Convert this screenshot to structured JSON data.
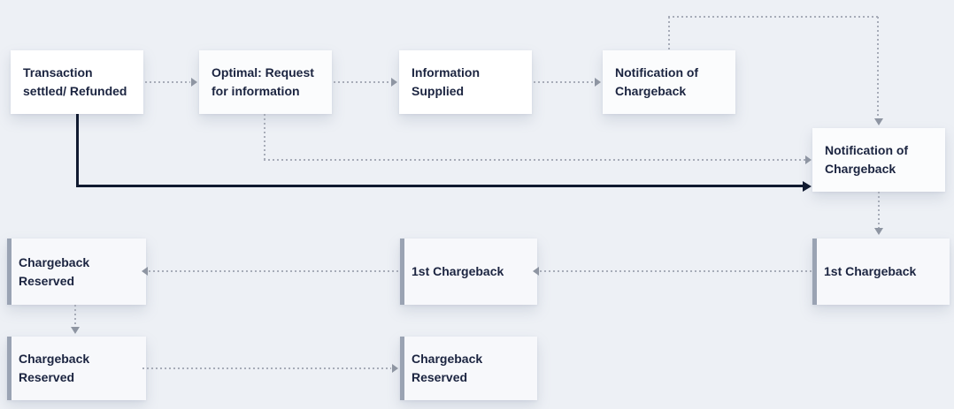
{
  "colors": {
    "canvas_bg": "#edf0f5",
    "node_bg": "#ffffff",
    "node_tint": "#fbfcfd",
    "node_bg_muted": "#f7f8fb",
    "bar": "#9aa3b3",
    "dot": "#a7acb8",
    "arrow": "#8e95a2",
    "solid": "#101a30",
    "text": "#1b2440"
  },
  "nodes": [
    {
      "id": "transaction-settled",
      "label": "Transaction\nsettled/ Refunded",
      "variant": "plain"
    },
    {
      "id": "optimal-request",
      "label": "Optimal: Request\nfor information",
      "variant": "plain"
    },
    {
      "id": "information-supplied",
      "label": "Information\nSupplied",
      "variant": "plain"
    },
    {
      "id": "notification-chargeback-top",
      "label": "Notification of\nChargeback",
      "variant": "plain"
    },
    {
      "id": "notification-chargeback-right",
      "label": "Notification of\nChargeback",
      "variant": "plain"
    },
    {
      "id": "chargeback-reserved-left-top",
      "label": "Chargeback\nReserved",
      "variant": "barred"
    },
    {
      "id": "first-chargeback-middle",
      "label": "1st Chargeback",
      "variant": "barred"
    },
    {
      "id": "first-chargeback-right",
      "label": "1st Chargeback",
      "variant": "barred"
    },
    {
      "id": "chargeback-reserved-left-bottom",
      "label": "Chargeback\nReserved",
      "variant": "barred"
    },
    {
      "id": "chargeback-reserved-middle",
      "label": "Chargeback\nReserved",
      "variant": "barred"
    }
  ],
  "edges": [
    {
      "from": "transaction-settled",
      "to": "optimal-request",
      "style": "dotted",
      "route": "right"
    },
    {
      "from": "optimal-request",
      "to": "information-supplied",
      "style": "dotted",
      "route": "right"
    },
    {
      "from": "information-supplied",
      "to": "notification-chargeback-top",
      "style": "dotted",
      "route": "right"
    },
    {
      "from": "notification-chargeback-top",
      "to": "notification-chargeback-right",
      "style": "dotted",
      "route": "up-over-down"
    },
    {
      "from": "optimal-request",
      "to": "notification-chargeback-right",
      "style": "dotted",
      "route": "down-right"
    },
    {
      "from": "transaction-settled",
      "to": "notification-chargeback-right",
      "style": "solid",
      "route": "down-right"
    },
    {
      "from": "notification-chargeback-right",
      "to": "first-chargeback-right",
      "style": "dotted",
      "route": "down"
    },
    {
      "from": "first-chargeback-right",
      "to": "first-chargeback-middle",
      "style": "dotted",
      "route": "left"
    },
    {
      "from": "first-chargeback-middle",
      "to": "chargeback-reserved-left-top",
      "style": "dotted",
      "route": "left"
    },
    {
      "from": "chargeback-reserved-left-top",
      "to": "chargeback-reserved-left-bottom",
      "style": "dotted",
      "route": "down"
    },
    {
      "from": "chargeback-reserved-left-bottom",
      "to": "chargeback-reserved-middle",
      "style": "dotted",
      "route": "right"
    }
  ]
}
